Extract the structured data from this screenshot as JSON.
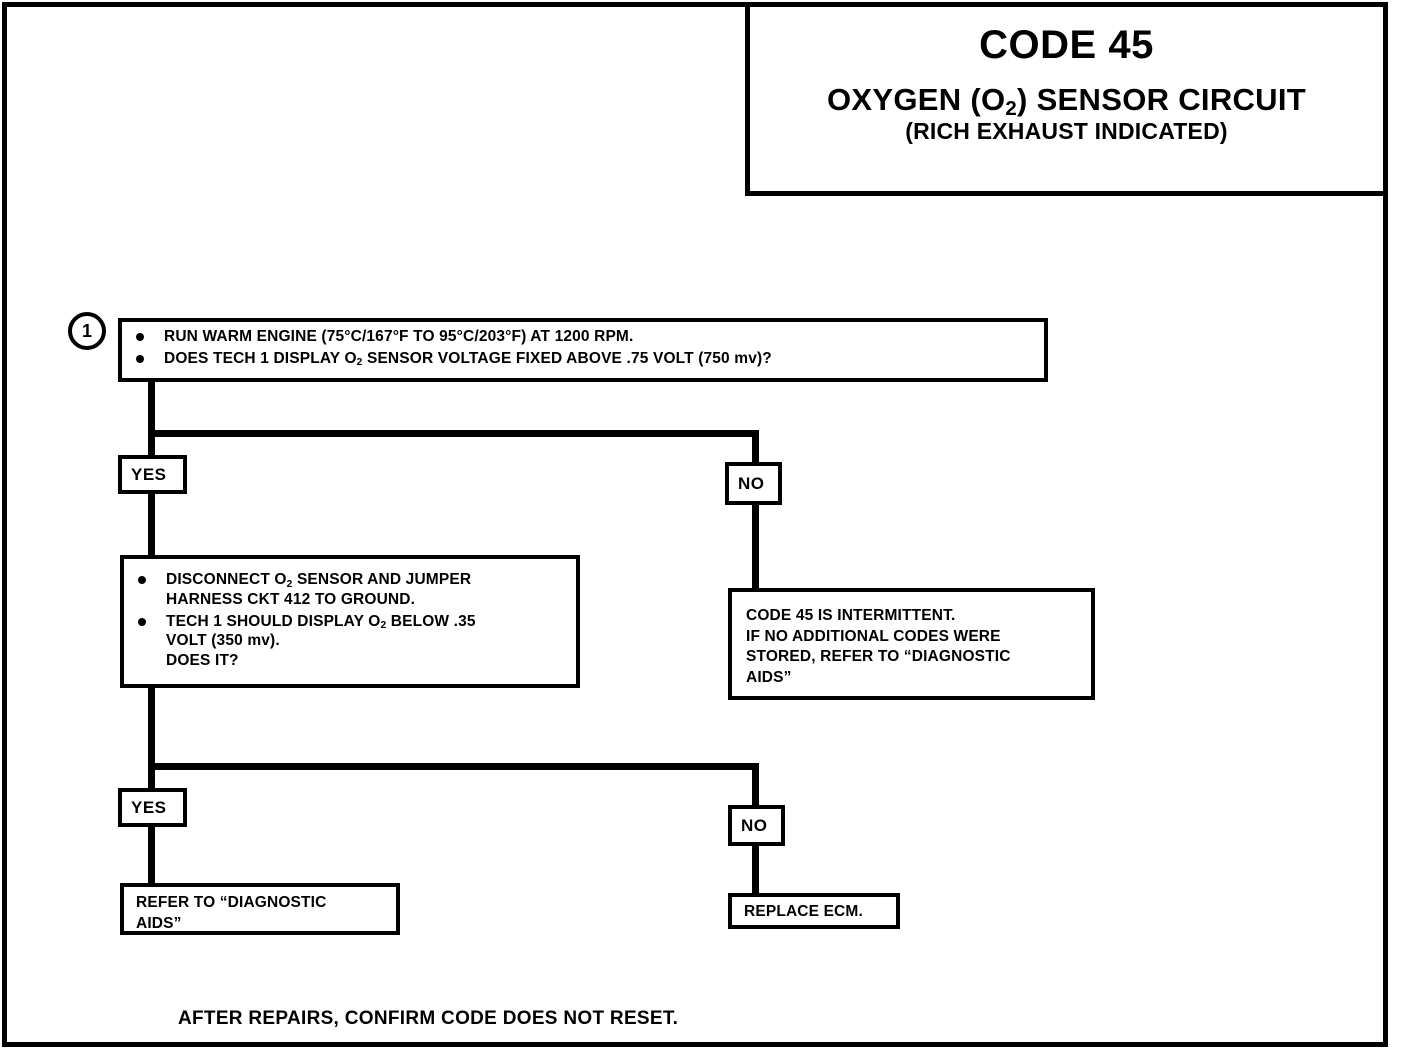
{
  "document": {
    "title_code": "CODE 45",
    "title_circuit_before": "OXYGEN (O",
    "title_circuit_sub": "2",
    "title_circuit_after": ") SENSOR CIRCUIT",
    "title_subtitle": "(RICH EXHAUST INDICATED)",
    "footer_note": "AFTER REPAIRS, CONFIRM CODE DOES NOT RESET.",
    "frame_color": "#000000",
    "text_color": "#000000",
    "background_color": "#FFFFFF"
  },
  "steps": [
    {
      "number": "1",
      "bullets": [
        "RUN WARM ENGINE  (75°C/167°F TO 95°C/203°F) AT 1200 RPM.",
        "DOES TECH 1 DISPLAY O2 SENSOR  VOLTAGE FIXED ABOVE .75 VOLT  (750 mv)?"
      ]
    }
  ],
  "boxes": {
    "step1_bullet1_pre": "RUN WARM ENGINE  (75°C/167°F TO 95°C/203°F) AT 1200 RPM.",
    "step1_bullet2_a": "DOES TECH 1 DISPLAY O",
    "step1_bullet2_sub": "2",
    "step1_bullet2_b": " SENSOR  VOLTAGE FIXED ABOVE .75 VOLT  (750 mv)?",
    "disconnect_b1_a": "DISCONNECT O",
    "disconnect_b1_sub": "2",
    "disconnect_b1_b": " SENSOR AND JUMPER\nHARNESS CKT 412 TO GROUND.",
    "disconnect_b2_a": "TECH 1 SHOULD DISPLAY O",
    "disconnect_b2_sub": "2",
    "disconnect_b2_b": " BELOW .35\nVOLT (350 mv).\nDOES IT?",
    "intermittent_text": "CODE 45 IS INTERMITTENT.\nIF NO ADDITIONAL CODES WERE\nSTORED, REFER TO  “DIAGNOSTIC\nAIDS”",
    "refer_diagnostic_aids_text": "REFER TO  “DIAGNOSTIC\nAIDS”",
    "replace_ecm_text": "REPLACE ECM."
  },
  "branch_labels": {
    "yes_1": "YES",
    "no_1": "NO",
    "yes_2": "YES",
    "no_2": "NO"
  }
}
